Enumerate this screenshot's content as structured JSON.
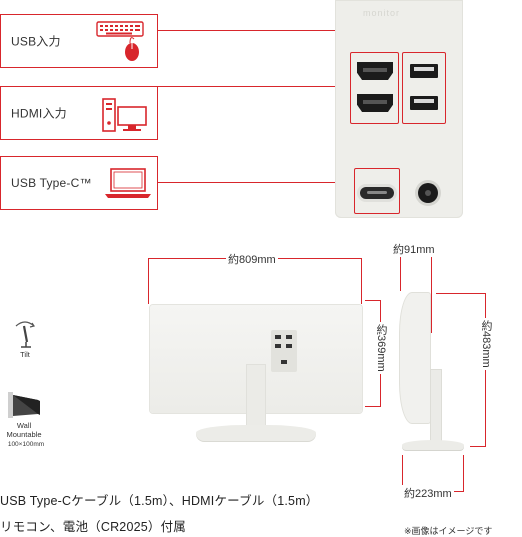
{
  "ports": {
    "usb_label": "USB入力",
    "hdmi_label": "HDMI入力",
    "usbc_label": "USB Type-C™",
    "panel_brand": "monitor"
  },
  "dimensions": {
    "width": "約809mm",
    "height": "約369mm",
    "depth": "約91mm",
    "total_height": "約483mm",
    "base_depth": "約223mm"
  },
  "features": {
    "tilt": "Tilt",
    "wall_line1": "Wall",
    "wall_line2": "Mountable",
    "wall_vesa": "100×100mm"
  },
  "accessories": {
    "line1": "USB Type-Cケーブル（1.5m）、HDMIケーブル（1.5m）",
    "line2": "リモコン、電池（CR2025）付属"
  },
  "note": "※画像はイメージです",
  "colors": {
    "accent": "#d8262c"
  }
}
